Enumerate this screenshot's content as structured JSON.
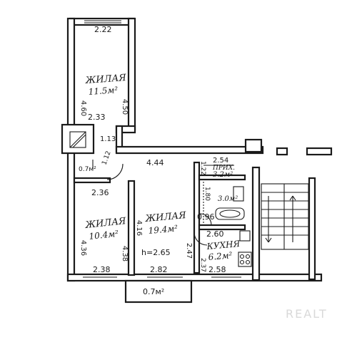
{
  "plan": {
    "rooms": {
      "bedroom_top": {
        "name": "ЖИЛАЯ",
        "area": "11.5м²",
        "dim_top": "2.22",
        "dim_left": "4.60",
        "dim_width": "2.33",
        "dim_right": "4.50"
      },
      "bedroom_bottom": {
        "name": "ЖИЛАЯ",
        "area": "10.4м²",
        "dim_top": "2.36",
        "dim_left": "4.36",
        "dim_right": "4.38",
        "dim_bottom": "2.38"
      },
      "living": {
        "name": "ЖИЛАЯ",
        "area": "19.4м²",
        "height": "h=2.65",
        "dim_top": "4.44",
        "dim_left": "4.16",
        "dim_bottom": "2.82",
        "dim_right": "2.47"
      },
      "storage": {
        "name": "ПРИХ.",
        "area": "3.2м²",
        "dim_top": "2.54",
        "dim_left": "1.22"
      },
      "bath": {
        "area": "3.0м²",
        "dim_left": "1.80",
        "dim_right": "0.96"
      },
      "kitchen": {
        "name": "КУХНЯ",
        "area": "6.2м²",
        "dim_top": "2.60",
        "dim_left": "2.37",
        "dim_bottom": "2.58"
      }
    },
    "misc": {
      "corridor_dim": "1.13",
      "door_dim": "1.12",
      "small_area": "0.7м²",
      "balcony_area": "0.7м²"
    },
    "watermark": "REALT"
  }
}
